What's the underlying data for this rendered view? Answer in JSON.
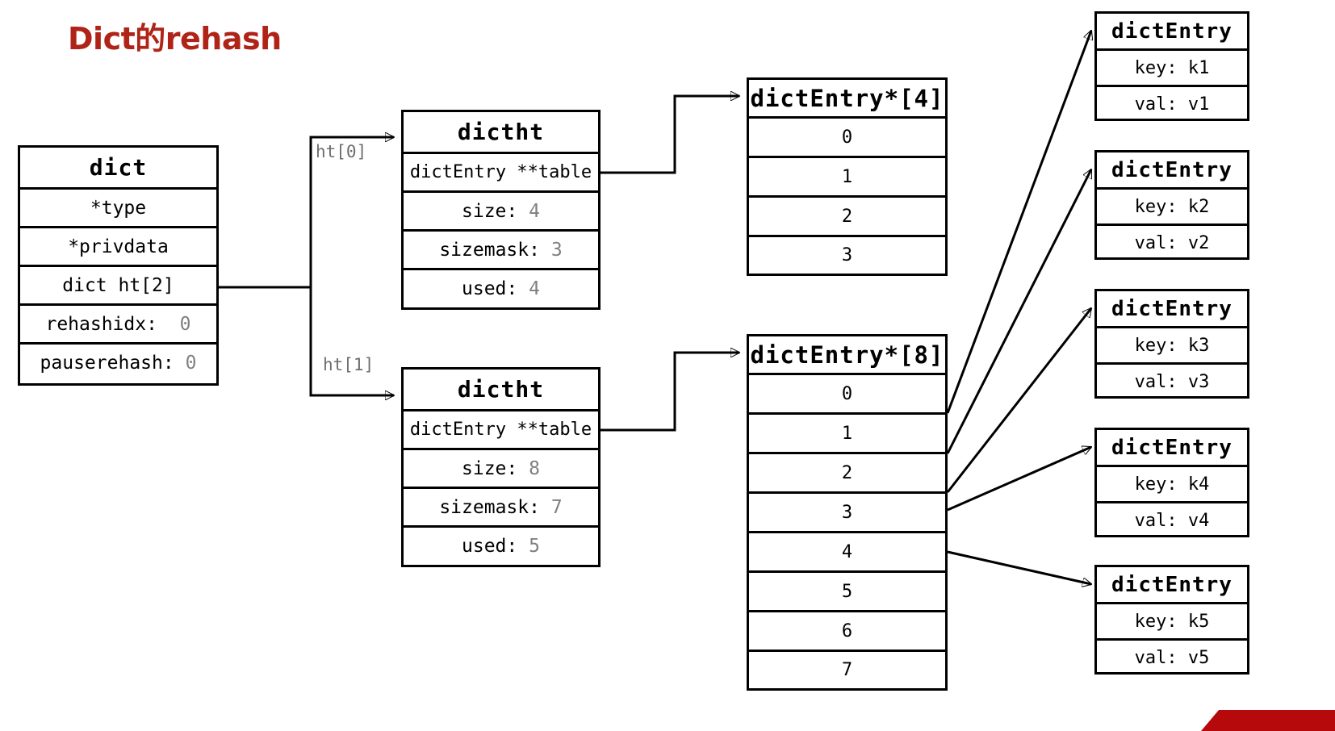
{
  "title": "Dict的rehash",
  "colors": {
    "title": "#b02418",
    "value_gray": "#808080",
    "label_gray": "#6e6e6e",
    "stroke": "#000000",
    "banner": "#b5090b",
    "background": "#ffffff"
  },
  "dict": {
    "header": "dict",
    "fields": [
      {
        "label": "*type",
        "value": ""
      },
      {
        "label": "*privdata",
        "value": ""
      },
      {
        "label": "dict ht[2]",
        "value": ""
      },
      {
        "label": "rehashidx:",
        "value": "0"
      },
      {
        "label": "pauserehash:",
        "value": "0"
      }
    ]
  },
  "connectors": {
    "ht0_label": "ht[0]",
    "ht1_label": "ht[1]"
  },
  "dictht0": {
    "header": "dictht",
    "table_row": "dictEntry **table",
    "fields": [
      {
        "label": "size:",
        "value": "4"
      },
      {
        "label": "sizemask:",
        "value": "3"
      },
      {
        "label": "used:",
        "value": "4"
      }
    ]
  },
  "dictht1": {
    "header": "dictht",
    "table_row": "dictEntry **table",
    "fields": [
      {
        "label": "size:",
        "value": "8"
      },
      {
        "label": "sizemask:",
        "value": "7"
      },
      {
        "label": "used:",
        "value": "5"
      }
    ]
  },
  "array0": {
    "header": "dictEntry*[4]",
    "slots": [
      "0",
      "1",
      "2",
      "3"
    ]
  },
  "array1": {
    "header": "dictEntry*[8]",
    "slots": [
      "0",
      "1",
      "2",
      "3",
      "4",
      "5",
      "6",
      "7"
    ]
  },
  "entries": [
    {
      "header": "dictEntry",
      "key_label": "key:",
      "key_value": "k1",
      "val_label": "val:",
      "val_value": "v1"
    },
    {
      "header": "dictEntry",
      "key_label": "key:",
      "key_value": "k2",
      "val_label": "val:",
      "val_value": "v2"
    },
    {
      "header": "dictEntry",
      "key_label": "key:",
      "key_value": "k3",
      "val_label": "val:",
      "val_value": "v3"
    },
    {
      "header": "dictEntry",
      "key_label": "key:",
      "key_value": "k4",
      "val_label": "val:",
      "val_value": "v4"
    },
    {
      "header": "dictEntry",
      "key_label": "key:",
      "key_value": "k5",
      "val_label": "val:",
      "val_value": "v5"
    }
  ],
  "banner": {
    "text": ""
  }
}
